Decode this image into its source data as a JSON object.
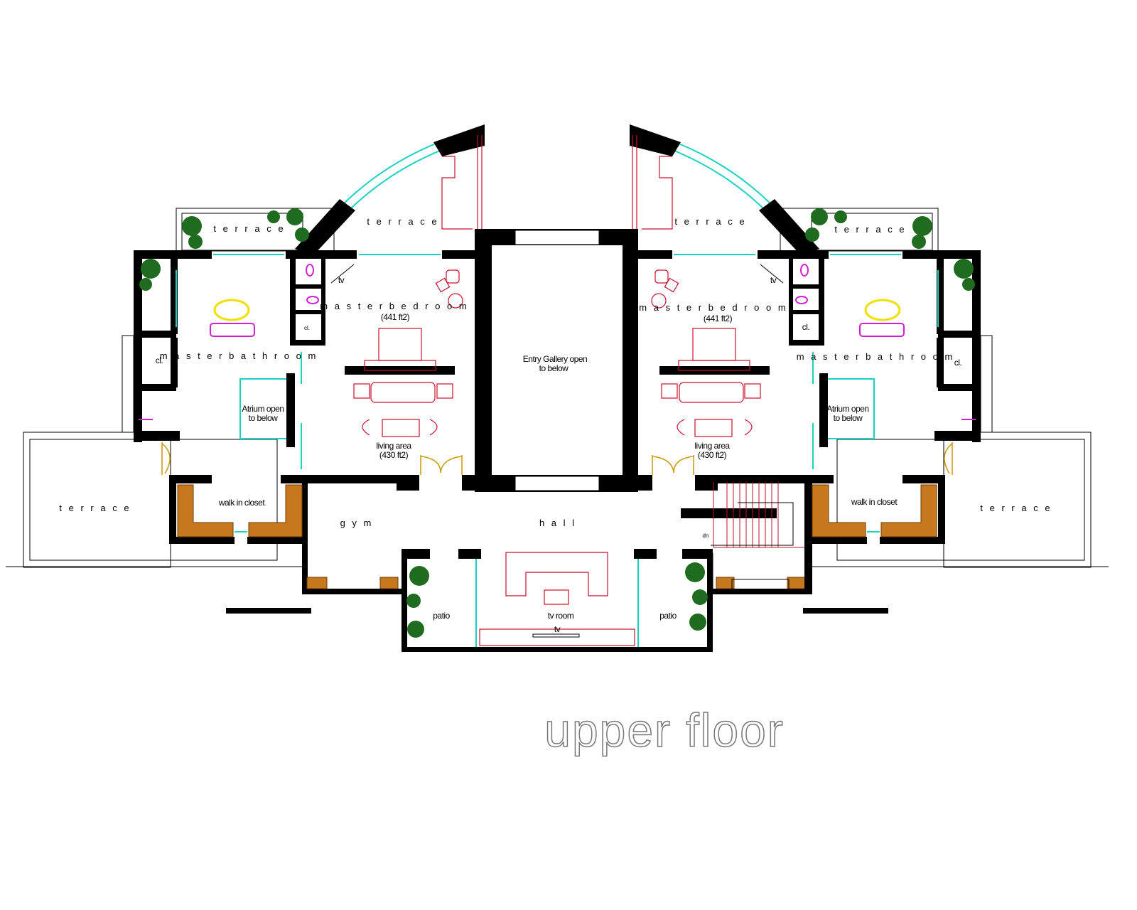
{
  "title": "upper floor",
  "colors": {
    "walls": "#000000",
    "glazing": "#19d3c0",
    "furniture": "#c8102e",
    "doors": "#c89a00",
    "plants": "#1f6b1f",
    "bath_fixtures": "#d020d0",
    "tub": "#f0e000",
    "closet_wood": "#c7771e"
  },
  "rooms": {
    "entry_gallery_line1": "Entry Gallery open",
    "entry_gallery_line2": "to below",
    "hall": "h a l l",
    "gym": "g y m",
    "tv_room": "tv room",
    "tv_room_tv": "tv",
    "patio_left": "patio",
    "patio_right": "patio",
    "stairs_dn": "dn",
    "left": {
      "terrace_outer": "t e r r a c e",
      "terrace_arc": "t e r r a c e",
      "terrace_big": "t e r r a c e",
      "bedroom": "m a s t e r  b e d r o o m",
      "bedroom_area": "(441 ft2)",
      "living": "living area",
      "living_area": "(430 ft2)",
      "bathroom": "m a s t e r  b a t h r o o m",
      "atrium_line1": "Atrium open",
      "atrium_line2": "to below",
      "closet": "cl.",
      "closet_small": "cl.",
      "walk_in": "walk in closet",
      "tv": "tv"
    },
    "right": {
      "terrace_outer": "t e r r a c e",
      "terrace_arc": "t e r r a c e",
      "terrace_big": "t e r r a c e",
      "bedroom": "m a s t e r  b e d r o o m",
      "bedroom_area": "(441 ft2)",
      "living": "living area",
      "living_area": "(430 ft2)",
      "bathroom": "m a s t e r  b a t h r o o m",
      "atrium_line1": "Atrium open",
      "atrium_line2": "to below",
      "closet": "cl.",
      "closet_small": "cl.",
      "walk_in": "walk in closet",
      "tv": "tv"
    }
  }
}
